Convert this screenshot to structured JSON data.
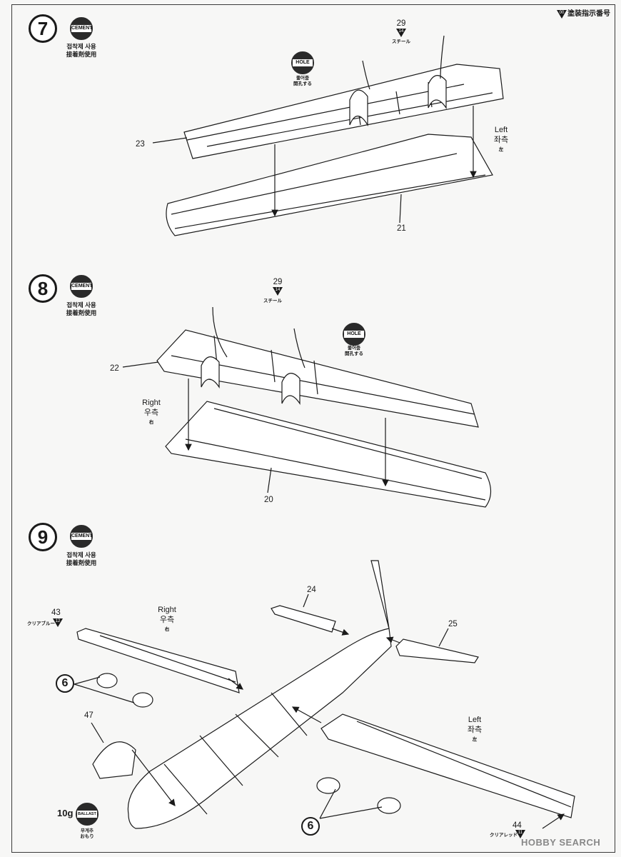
{
  "header": {
    "legend": "塗装指示番号",
    "legend_icon": "paint-number-triangle-icon"
  },
  "steps": [
    {
      "number": "7",
      "badge": "CEMENT",
      "cement_ko": "접착제 사용",
      "cement_ja": "接着剤使用",
      "paint_ref": "29",
      "paint_code": "14",
      "paint_name": "スチール",
      "hole_badge": "HOLE",
      "hole_ko": "뚫어줌",
      "hole_ja": "開孔する",
      "part_upper": "23",
      "part_lower": "21",
      "side_en": "Left",
      "side_ko": "좌측",
      "side_ja": "左"
    },
    {
      "number": "8",
      "badge": "CEMENT",
      "cement_ko": "접착제 사용",
      "cement_ja": "接着剤使用",
      "paint_ref": "29",
      "paint_code": "14",
      "paint_name": "スチール",
      "hole_badge": "HOLE",
      "hole_ko": "뚫어줌",
      "hole_ja": "開孔する",
      "part_upper": "22",
      "part_lower": "20",
      "side_en": "Right",
      "side_ko": "우측",
      "side_ja": "右"
    },
    {
      "number": "9",
      "badge": "CEMENT",
      "cement_ko": "접착제 사용",
      "cement_ja": "接着剤使用",
      "part_43": "43",
      "paint_43_code": "12",
      "paint_43_name": "クリアブルー",
      "part_24": "24",
      "part_25": "25",
      "part_47": "47",
      "part_44": "44",
      "paint_44_code": "11",
      "paint_44_name": "クリアレッド",
      "right_en": "Right",
      "right_ko": "우측",
      "right_ja": "右",
      "left_en": "Left",
      "left_ko": "좌측",
      "left_ja": "左",
      "ref_step": "6",
      "ref_step_2": "6",
      "ballast_weight": "10g",
      "ballast_badge": "BALLAST",
      "ballast_ko": "무게추",
      "ballast_ja": "おもり"
    }
  ],
  "watermark": "HOBBY SEARCH"
}
